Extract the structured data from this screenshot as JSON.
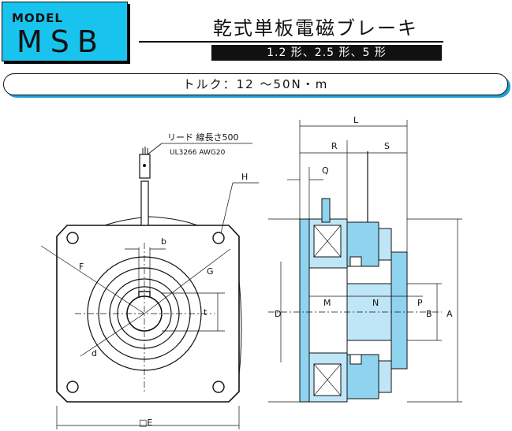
{
  "header": {
    "model_label": "MODEL",
    "model_name": "MSB",
    "title": "乾式単板電磁ブレーキ",
    "types": "1.2 形、2.5 形、5 形"
  },
  "torque": "トルク：12 〜50N・m",
  "front_view": {
    "lead_note": "リード 線長さ500",
    "cable_spec": "UL3266 AWG20",
    "dims": {
      "H": "H",
      "F": "F",
      "G": "G",
      "b": "b",
      "t": "t",
      "d": "d",
      "E": "□E"
    }
  },
  "side_view": {
    "dims": {
      "L": "L",
      "R": "R",
      "S": "S",
      "Q": "Q",
      "D": "D",
      "M": "M",
      "N": "N",
      "P": "P",
      "B": "B",
      "A": "A"
    }
  },
  "colors": {
    "accent_blue": "#18c4ee",
    "part_blue": "#8fd3ef",
    "part_blue_light": "#bfe6f7"
  }
}
